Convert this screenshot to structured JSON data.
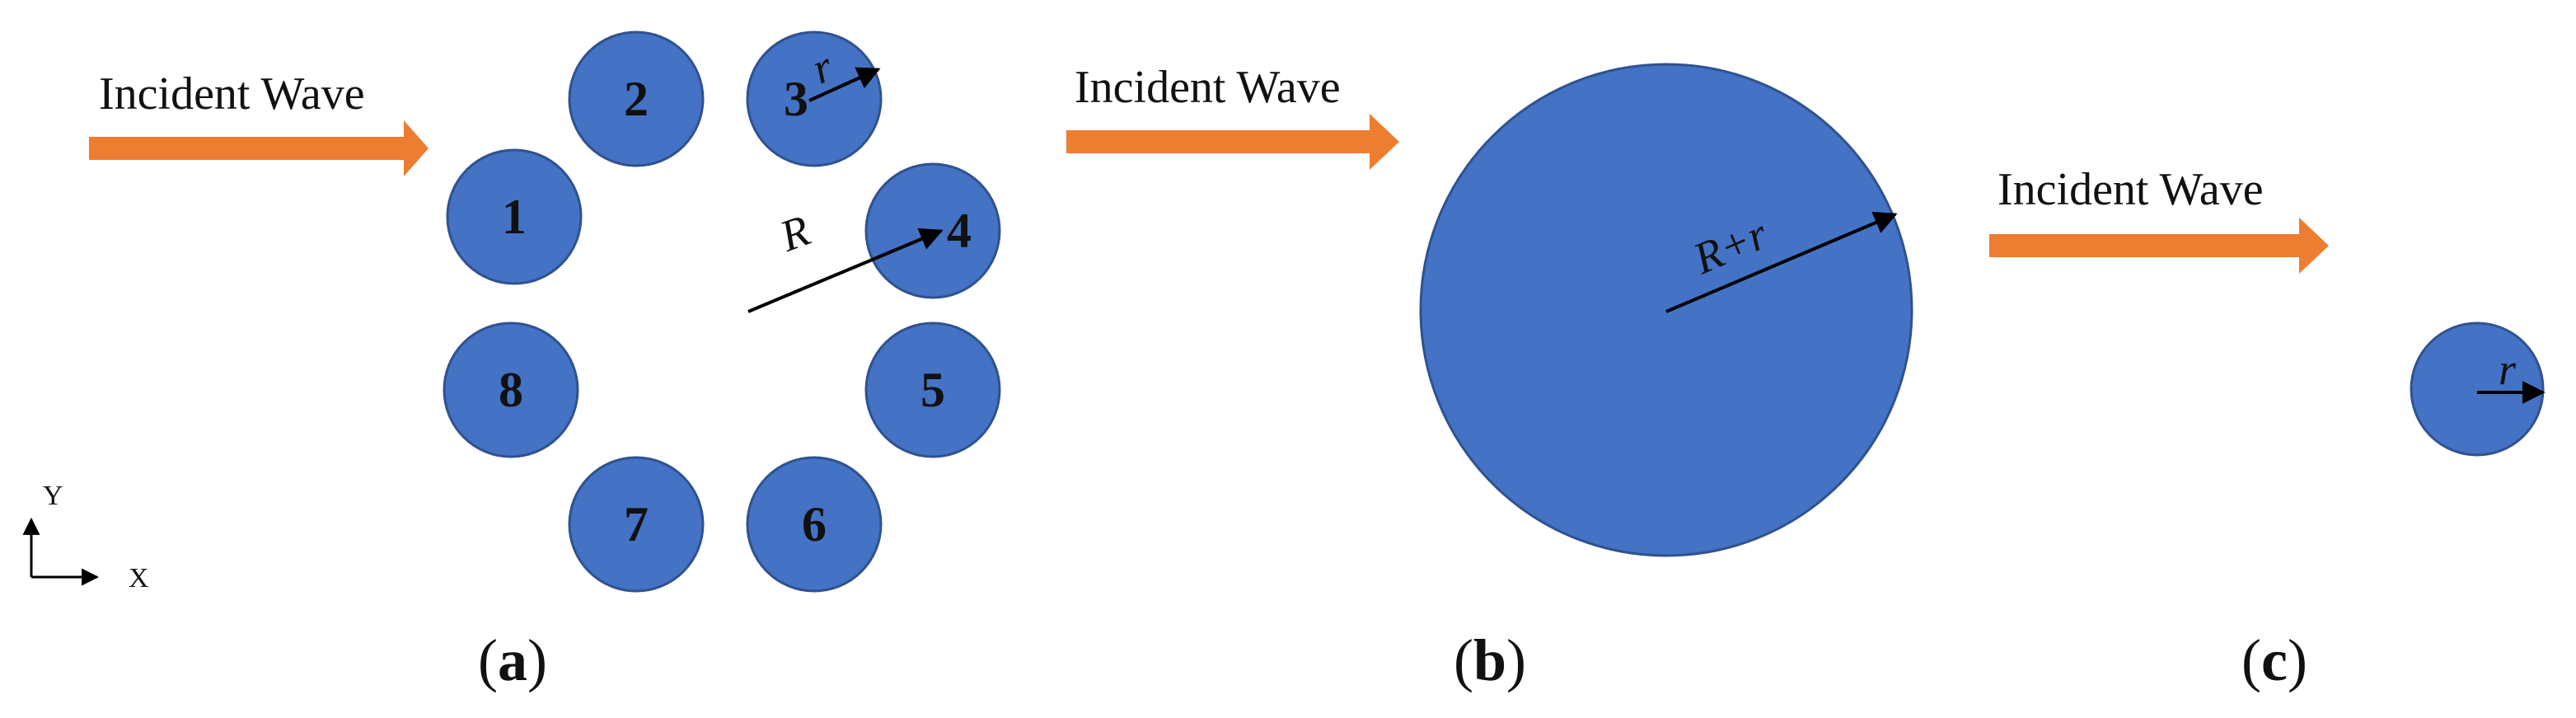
{
  "colors": {
    "cylinder_fill": "#4472C4",
    "cylinder_stroke": "#2F528F",
    "arrow": "#ED7D31",
    "line": "#000000"
  },
  "panels": {
    "a": {
      "incident_label": "Incident Wave",
      "cylinders": [
        "1",
        "2",
        "3",
        "4",
        "5",
        "6",
        "7",
        "8"
      ],
      "radius_big_label": "R",
      "radius_small_label": "r",
      "panel_prefix": "(",
      "panel_letter": "a",
      "panel_suffix": ")",
      "axis_y": "Y",
      "axis_x": "X"
    },
    "b": {
      "incident_label": "Incident Wave",
      "radius_label": "R+r",
      "panel_prefix": "(",
      "panel_letter": "b",
      "panel_suffix": ")"
    },
    "c": {
      "incident_label": "Incident Wave",
      "radius_label": "r",
      "panel_prefix": "(",
      "panel_letter": "c",
      "panel_suffix": ")"
    }
  }
}
